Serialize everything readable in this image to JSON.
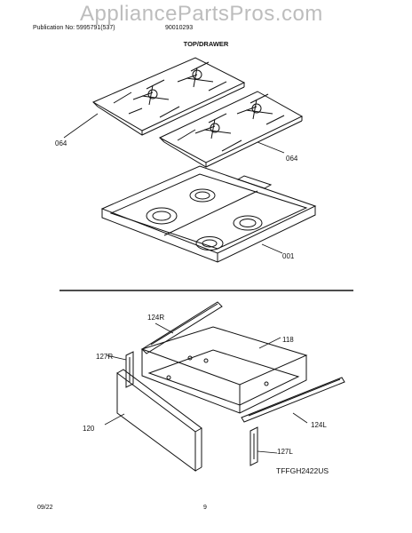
{
  "header": {
    "publication": "Publication No: 5995791(537)",
    "code": "90010293",
    "section_title": "TOP/DRAWER"
  },
  "watermark": "AppliancePartsPros.com",
  "parts": {
    "p064_left": "064",
    "p064_right": "064",
    "p001": "001",
    "p124R": "124R",
    "p127R": "127R",
    "p118": "118",
    "p120": "120",
    "p124L": "124L",
    "p127L": "127L"
  },
  "model": "TFFGH2422US",
  "footer": {
    "date": "09/22",
    "page": "9"
  }
}
